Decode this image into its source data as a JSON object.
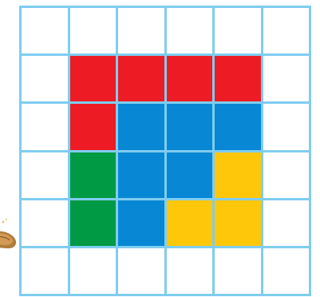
{
  "board": {
    "rows": 6,
    "cols": 6,
    "colors": {
      "empty": "#ffffff",
      "grid_line": "#7fcdf0",
      "red": "#ed1c24",
      "blue": "#0887d4",
      "green": "#009a44",
      "yellow": "#ffc709"
    },
    "cells": [
      [
        "empty",
        "empty",
        "empty",
        "empty",
        "empty",
        "empty"
      ],
      [
        "empty",
        "red",
        "red",
        "red",
        "red",
        "empty"
      ],
      [
        "empty",
        "red",
        "blue",
        "blue",
        "blue",
        "empty"
      ],
      [
        "empty",
        "green",
        "blue",
        "blue",
        "yellow",
        "empty"
      ],
      [
        "empty",
        "green",
        "blue",
        "yellow",
        "yellow",
        "empty"
      ],
      [
        "empty",
        "empty",
        "empty",
        "empty",
        "empty",
        "empty"
      ]
    ]
  },
  "edge_object": {
    "icon": "wooden-peg-icon"
  }
}
